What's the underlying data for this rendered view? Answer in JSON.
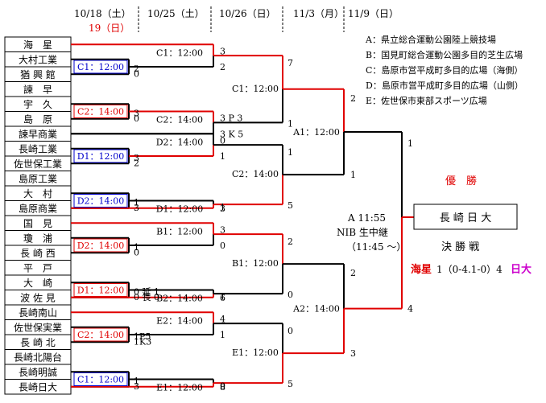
{
  "dates": {
    "d1018": "10/18（土）",
    "d19": "19（日）",
    "d1025": "10/25（土）",
    "d1026": "10/26（日）",
    "d113": "11/3（月）",
    "d119": "11/9（日）"
  },
  "venues": [
    "A：県立総合運動公園陸上競技場",
    "B：国見町総合運動公園多目的芝生広場",
    "C：島原市営平成町多目的広場（海側）",
    "D：島原市営平成町多目的広場（山側）",
    "E：佐世保市東部スポーツ広場"
  ],
  "teams": [
    "海　星",
    "大村工業",
    "猶 興 館",
    "諫　早",
    "宇　久",
    "島　原",
    "諫早商業",
    "長崎工業",
    "佐世保工業",
    "島原工業",
    "大　村",
    "島原商業",
    "国　見",
    "瓊　浦",
    "長 崎 西",
    "平　戸",
    "大　崎",
    "波 佐 見",
    "長崎南山",
    "佐世保実業",
    "長 崎 北",
    "長崎北陽台",
    "長崎明誠",
    "長崎日大"
  ],
  "r1": [
    {
      "label": "C1：12:00",
      "s1": "2",
      "s2": "0"
    },
    {
      "label": "C2：14:00",
      "s1": "3",
      "s2": "0"
    },
    {
      "label": "D1：12:00",
      "s1": "3",
      "s2": "2"
    },
    {
      "label": "D2：14:00",
      "s1": "1",
      "s2": "3"
    },
    {
      "label": "D2：14:00",
      "s1": "1",
      "s2": "0"
    },
    {
      "label": "D1：12:00",
      "s1": "0 延 1",
      "s2": "0 長 0"
    },
    {
      "label": "C2：14:00",
      "s1": "1P5",
      "s2": "1K3"
    },
    {
      "label": "C1：12:00",
      "s1": "1",
      "s2": "3"
    }
  ],
  "r2": [
    {
      "label": "C1：12:00",
      "s1": "3",
      "s2": "2"
    },
    {
      "label": "C2：14:00",
      "s1": "3 P 3",
      "s2": "3 K 5"
    },
    {
      "label": "D2：14:00",
      "s1": "0",
      "s2": "1"
    },
    {
      "label": "D1：12:00",
      "s1": "1",
      "s2": "3"
    },
    {
      "label": "B1：12:00",
      "s1": "3",
      "s2": "0"
    },
    {
      "label": "B2：14:00",
      "s1": "1",
      "s2": "6"
    },
    {
      "label": "E2：14:00",
      "s1": "4",
      "s2": "1"
    },
    {
      "label": "E1：12:00",
      "s1": "0",
      "s2": "8"
    }
  ],
  "r3": [
    {
      "label": "C1：12:00",
      "s1": "7",
      "s2": "1"
    },
    {
      "label": "C2：14:00",
      "s1": "1",
      "s2": "5"
    },
    {
      "label": "B1：12:00",
      "s1": "2",
      "s2": "0"
    },
    {
      "label": "E1：12:00",
      "s1": "0",
      "s2": "5"
    }
  ],
  "r4": [
    {
      "label": "A1：12:00",
      "s1": "2",
      "s2": "1"
    },
    {
      "label": "A2：14:00",
      "s1": "2",
      "s2": "3"
    }
  ],
  "final": {
    "s1": "1",
    "s2": "4",
    "info1": "A 11:55",
    "info2": "NIB 生中継",
    "info3": "（11:45 〜）",
    "champion_label": "優　勝",
    "champion": "長 崎 日 大",
    "title": "決 勝 戦",
    "team1": "海星",
    "result": "1（0-4.1-0）4",
    "team2": "日大"
  },
  "colors": {
    "red": "#e00000",
    "blue": "#0000cc",
    "magenta": "#cc00cc",
    "black": "#000000"
  }
}
